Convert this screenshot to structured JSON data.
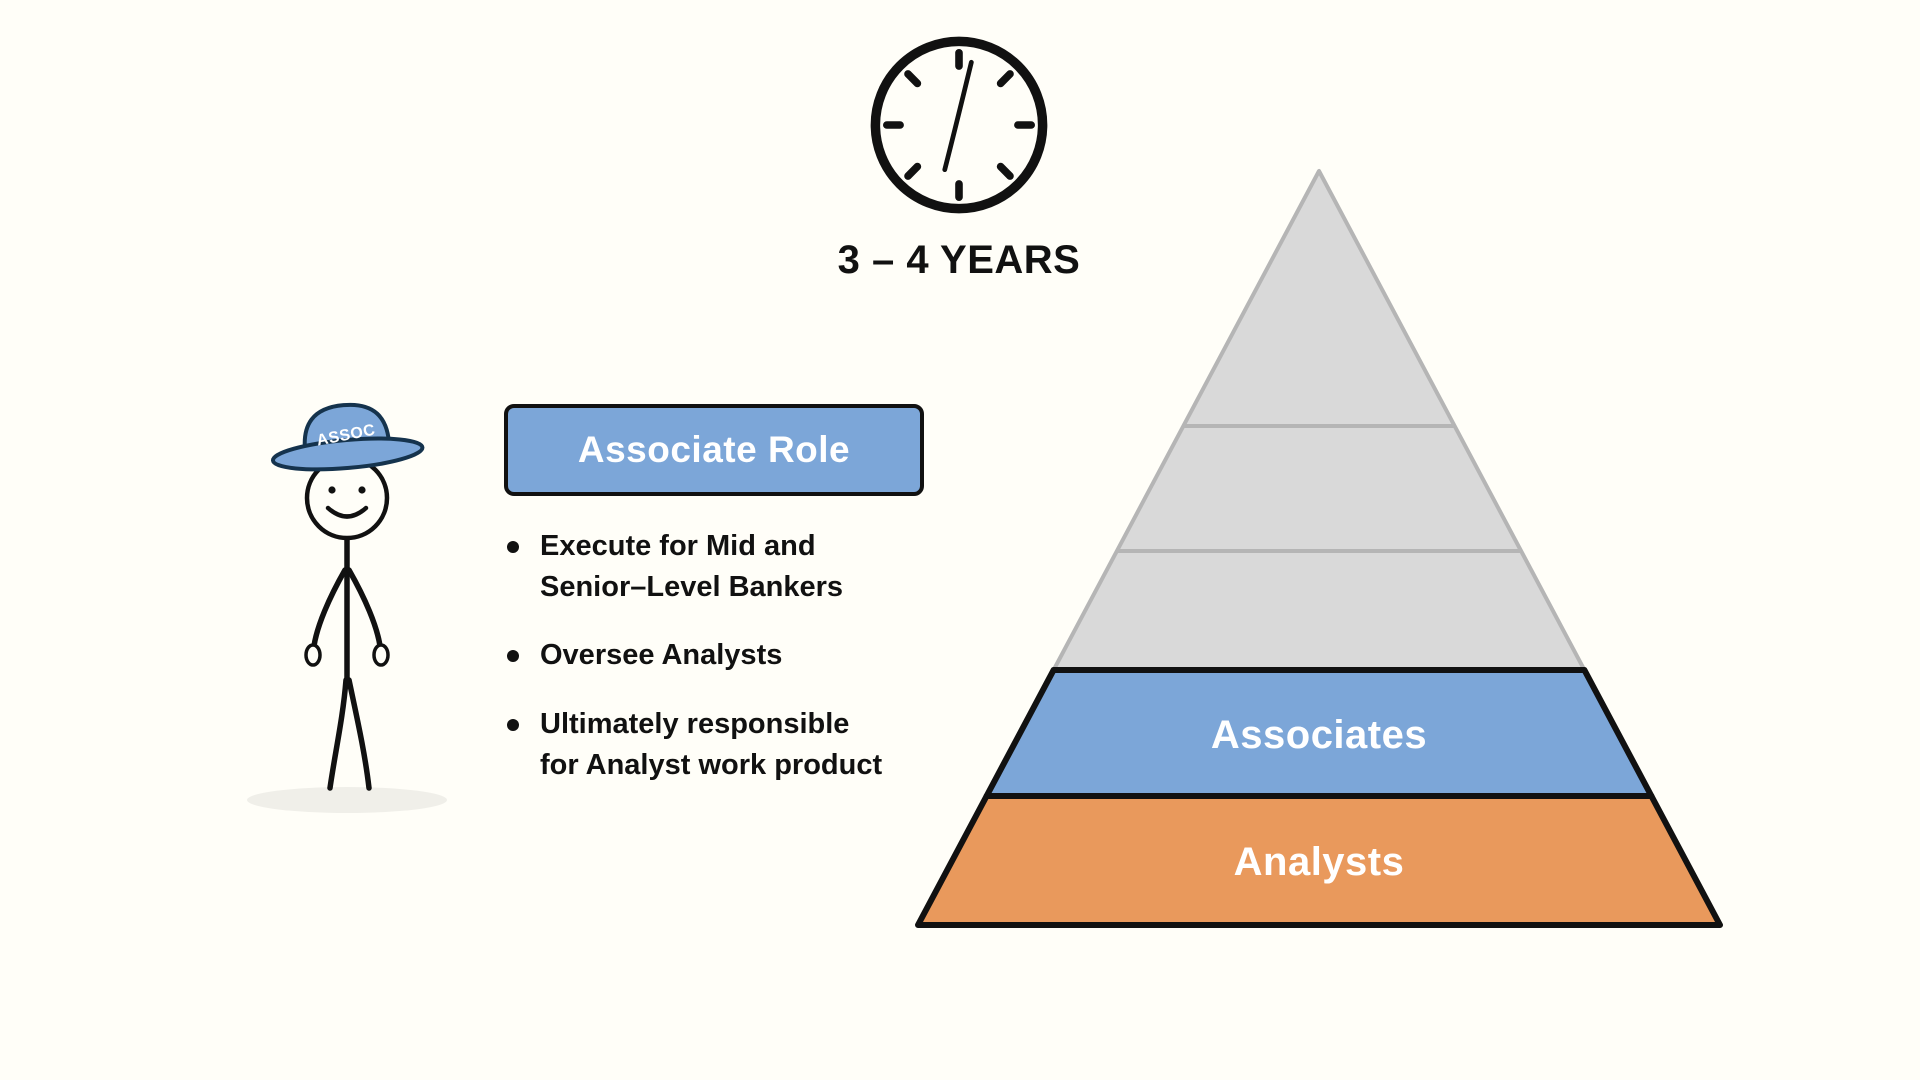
{
  "background": "#fffef8",
  "colors": {
    "accent_blue": "#7ca6d8",
    "accent_orange": "#e9995c",
    "tier_gray": "#d9d9d9",
    "gray_border": "#b5b5b5",
    "outline_black": "#111111"
  },
  "timeline": {
    "clock_icon": "clock",
    "duration_label": "3 – 4 YEARS"
  },
  "character": {
    "hat_label": "ASSOC"
  },
  "role": {
    "title": "Associate Role",
    "bullets": [
      "Execute for Mid and\nSenior–Level Bankers",
      "Oversee Analysts",
      "Ultimately responsible\nfor Analyst work product"
    ]
  },
  "pyramid": {
    "gray_sections": 3,
    "tiers": [
      {
        "label": "Associates",
        "color": "#7ca6d8"
      },
      {
        "label": "Analysts",
        "color": "#e9995c"
      }
    ]
  }
}
